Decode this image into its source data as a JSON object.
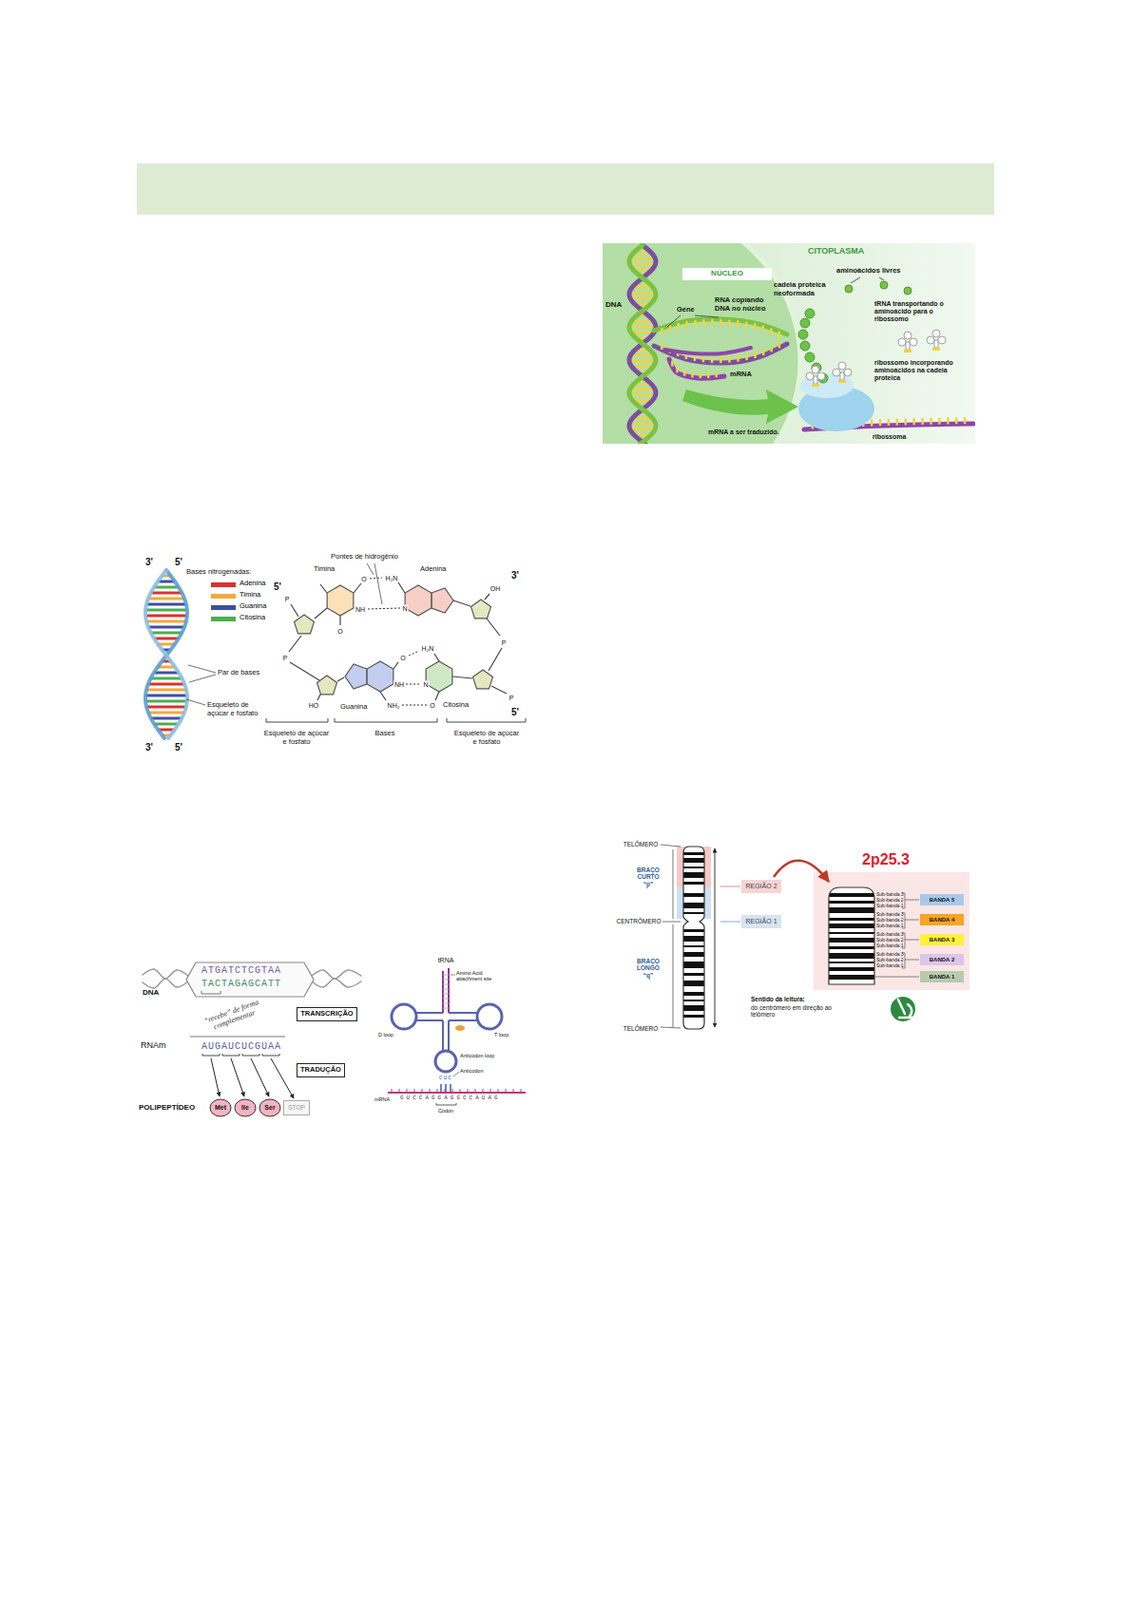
{
  "diagram": {
    "nodes": [
      {
        "text": [
          "NÚCLEO"
        ]
      },
      {
        "text": [
          "TRANSCRIÇÃO"
        ]
      },
      {
        "text": [
          "TRADUÇÃO"
        ]
      },
      {
        "text": [
          "Met"
        ]
      },
      {
        "text": [
          "Ile"
        ]
      },
      {
        "text": [
          "Ser"
        ]
      },
      {
        "text": [
          "STOP"
        ]
      },
      {
        "text": [
          "REGIÃO 2"
        ]
      },
      {
        "text": [
          "REGIÃO 1"
        ]
      },
      {
        "text": [
          "BANDA 5"
        ]
      },
      {
        "text": [
          "BANDA 4"
        ]
      },
      {
        "text": [
          "BANDA 3"
        ]
      },
      {
        "text": [
          "BANDA 2"
        ]
      },
      {
        "text": [
          "BANDA 1"
        ]
      }
    ],
    "labels": [
      "CITOPLASMA",
      "aminoácidos livres",
      "cadeia proteica neoformada",
      "Gene",
      "RNA copiando DNA no núcleo",
      "DNA",
      "tRNA transportando o aminoácido para o ribossomo",
      "ribossomo incorporando aminoácidos na cadeia proteica",
      "mRNA",
      "mRNA a ser traduzido.",
      "ribossoma",
      "3'",
      "5'",
      "Bases nitrogenadas:",
      "Par de bases",
      "Esqueleto de açúcar e fosfato",
      "3'",
      "5'",
      "Pontes de hidrogênio",
      "Timina",
      "Adenina",
      "5'",
      "3'",
      "OH",
      "O",
      "NH",
      "O",
      "H₂N",
      "N",
      "P",
      "P",
      "P",
      "O",
      "NH",
      "NH₂",
      "H₂N",
      "N",
      "O",
      "P",
      "Guanina",
      "Citosina",
      "HO",
      "5'",
      "Esqueleto de açúcar e fosfato",
      "Bases",
      "Esqueleto de açúcar e fosfato",
      "DNA",
      "ATGATCTCGTAA",
      "TACTAGAGCATT",
      "“recebe” de forma complementar",
      "RNAm",
      "AUGAUCUCGUAA",
      "POLIPEPTÍDEO",
      "tRNA",
      "Amino Acid attachment site",
      "D loop",
      "T loop",
      "Anticodon loop",
      "Anticodon",
      "CUC",
      "GUCCAGGAGGCCAUAG",
      "mRNA",
      "Codon",
      "TELÔMERO",
      "BRAÇO CURTO “p”",
      "CENTRÔMERO",
      "BRAÇO LONGO “q”",
      "TELÔMERO",
      "2p25.3",
      "Sub-banda 3",
      "Sub-banda 2",
      "Sub-banda 1",
      "Sub-banda 3",
      "Sub-banda 2",
      "Sub-banda 1",
      "Sub-banda 3",
      "Sub-banda 2",
      "Sub-banda 1",
      "Sub-banda 3",
      "Sub-banda 2",
      "Sub-banda 1",
      "Sentido da leitura:",
      "do centrômero em direção ao telômero"
    ],
    "legend": [
      {
        "text": "Adenina",
        "color": "#d7322f"
      },
      {
        "text": "Timina",
        "color": "#f2a93b"
      },
      {
        "text": "Guanina",
        "color": "#3d4fa3"
      },
      {
        "text": "Citosina",
        "color": "#4cae4f"
      }
    ]
  }
}
